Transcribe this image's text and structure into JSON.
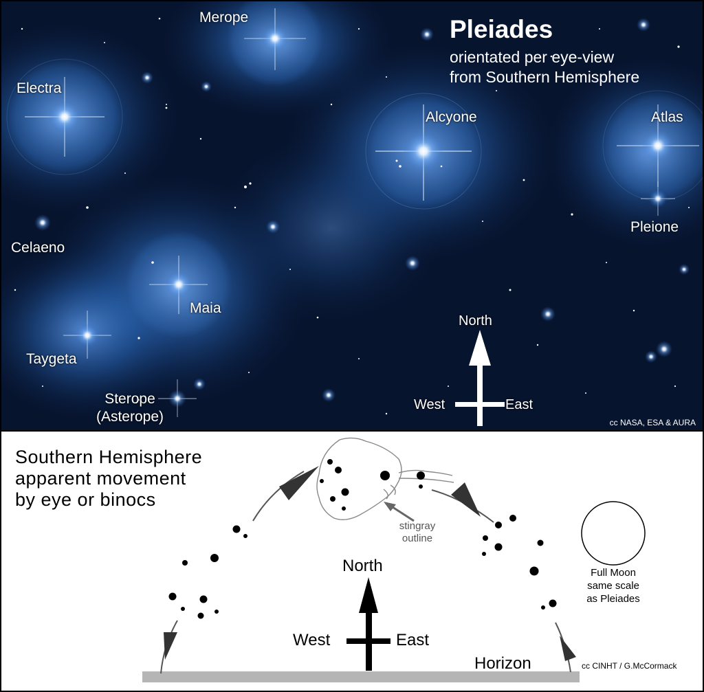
{
  "photo": {
    "title": "Pleiades",
    "subtitle_line1": "orientated per eye-view",
    "subtitle_line2": "from Southern Hemisphere",
    "stars": {
      "merope": "Merope",
      "electra": "Electra",
      "alcyone": "Alcyone",
      "atlas": "Atlas",
      "pleione": "Pleione",
      "celaeno": "Celaeno",
      "maia": "Maia",
      "taygeta": "Taygeta",
      "sterope_line1": "Sterope",
      "sterope_line2": "(Asterope)"
    },
    "compass": {
      "north": "North",
      "west": "West",
      "east": "East"
    },
    "credit": "cc NASA, ESA & AURA"
  },
  "diagram": {
    "heading_line1": "Southern Hemisphere",
    "heading_line2": "apparent movement",
    "heading_line3": "by eye or binocs",
    "stingray_line1": "stingray",
    "stingray_line2": "outline",
    "moon_line1": "Full Moon",
    "moon_line2": "same scale",
    "moon_line3": "as Pleiades",
    "compass": {
      "north": "North",
      "west": "West",
      "east": "East"
    },
    "horizon": "Horizon",
    "credit": "cc CINHT / G.McCormack"
  },
  "colors": {
    "sky": "#07142e",
    "nebula": "#3f86d8",
    "horizon": "#b5b5b5",
    "white": "#ffffff",
    "black": "#000000"
  }
}
